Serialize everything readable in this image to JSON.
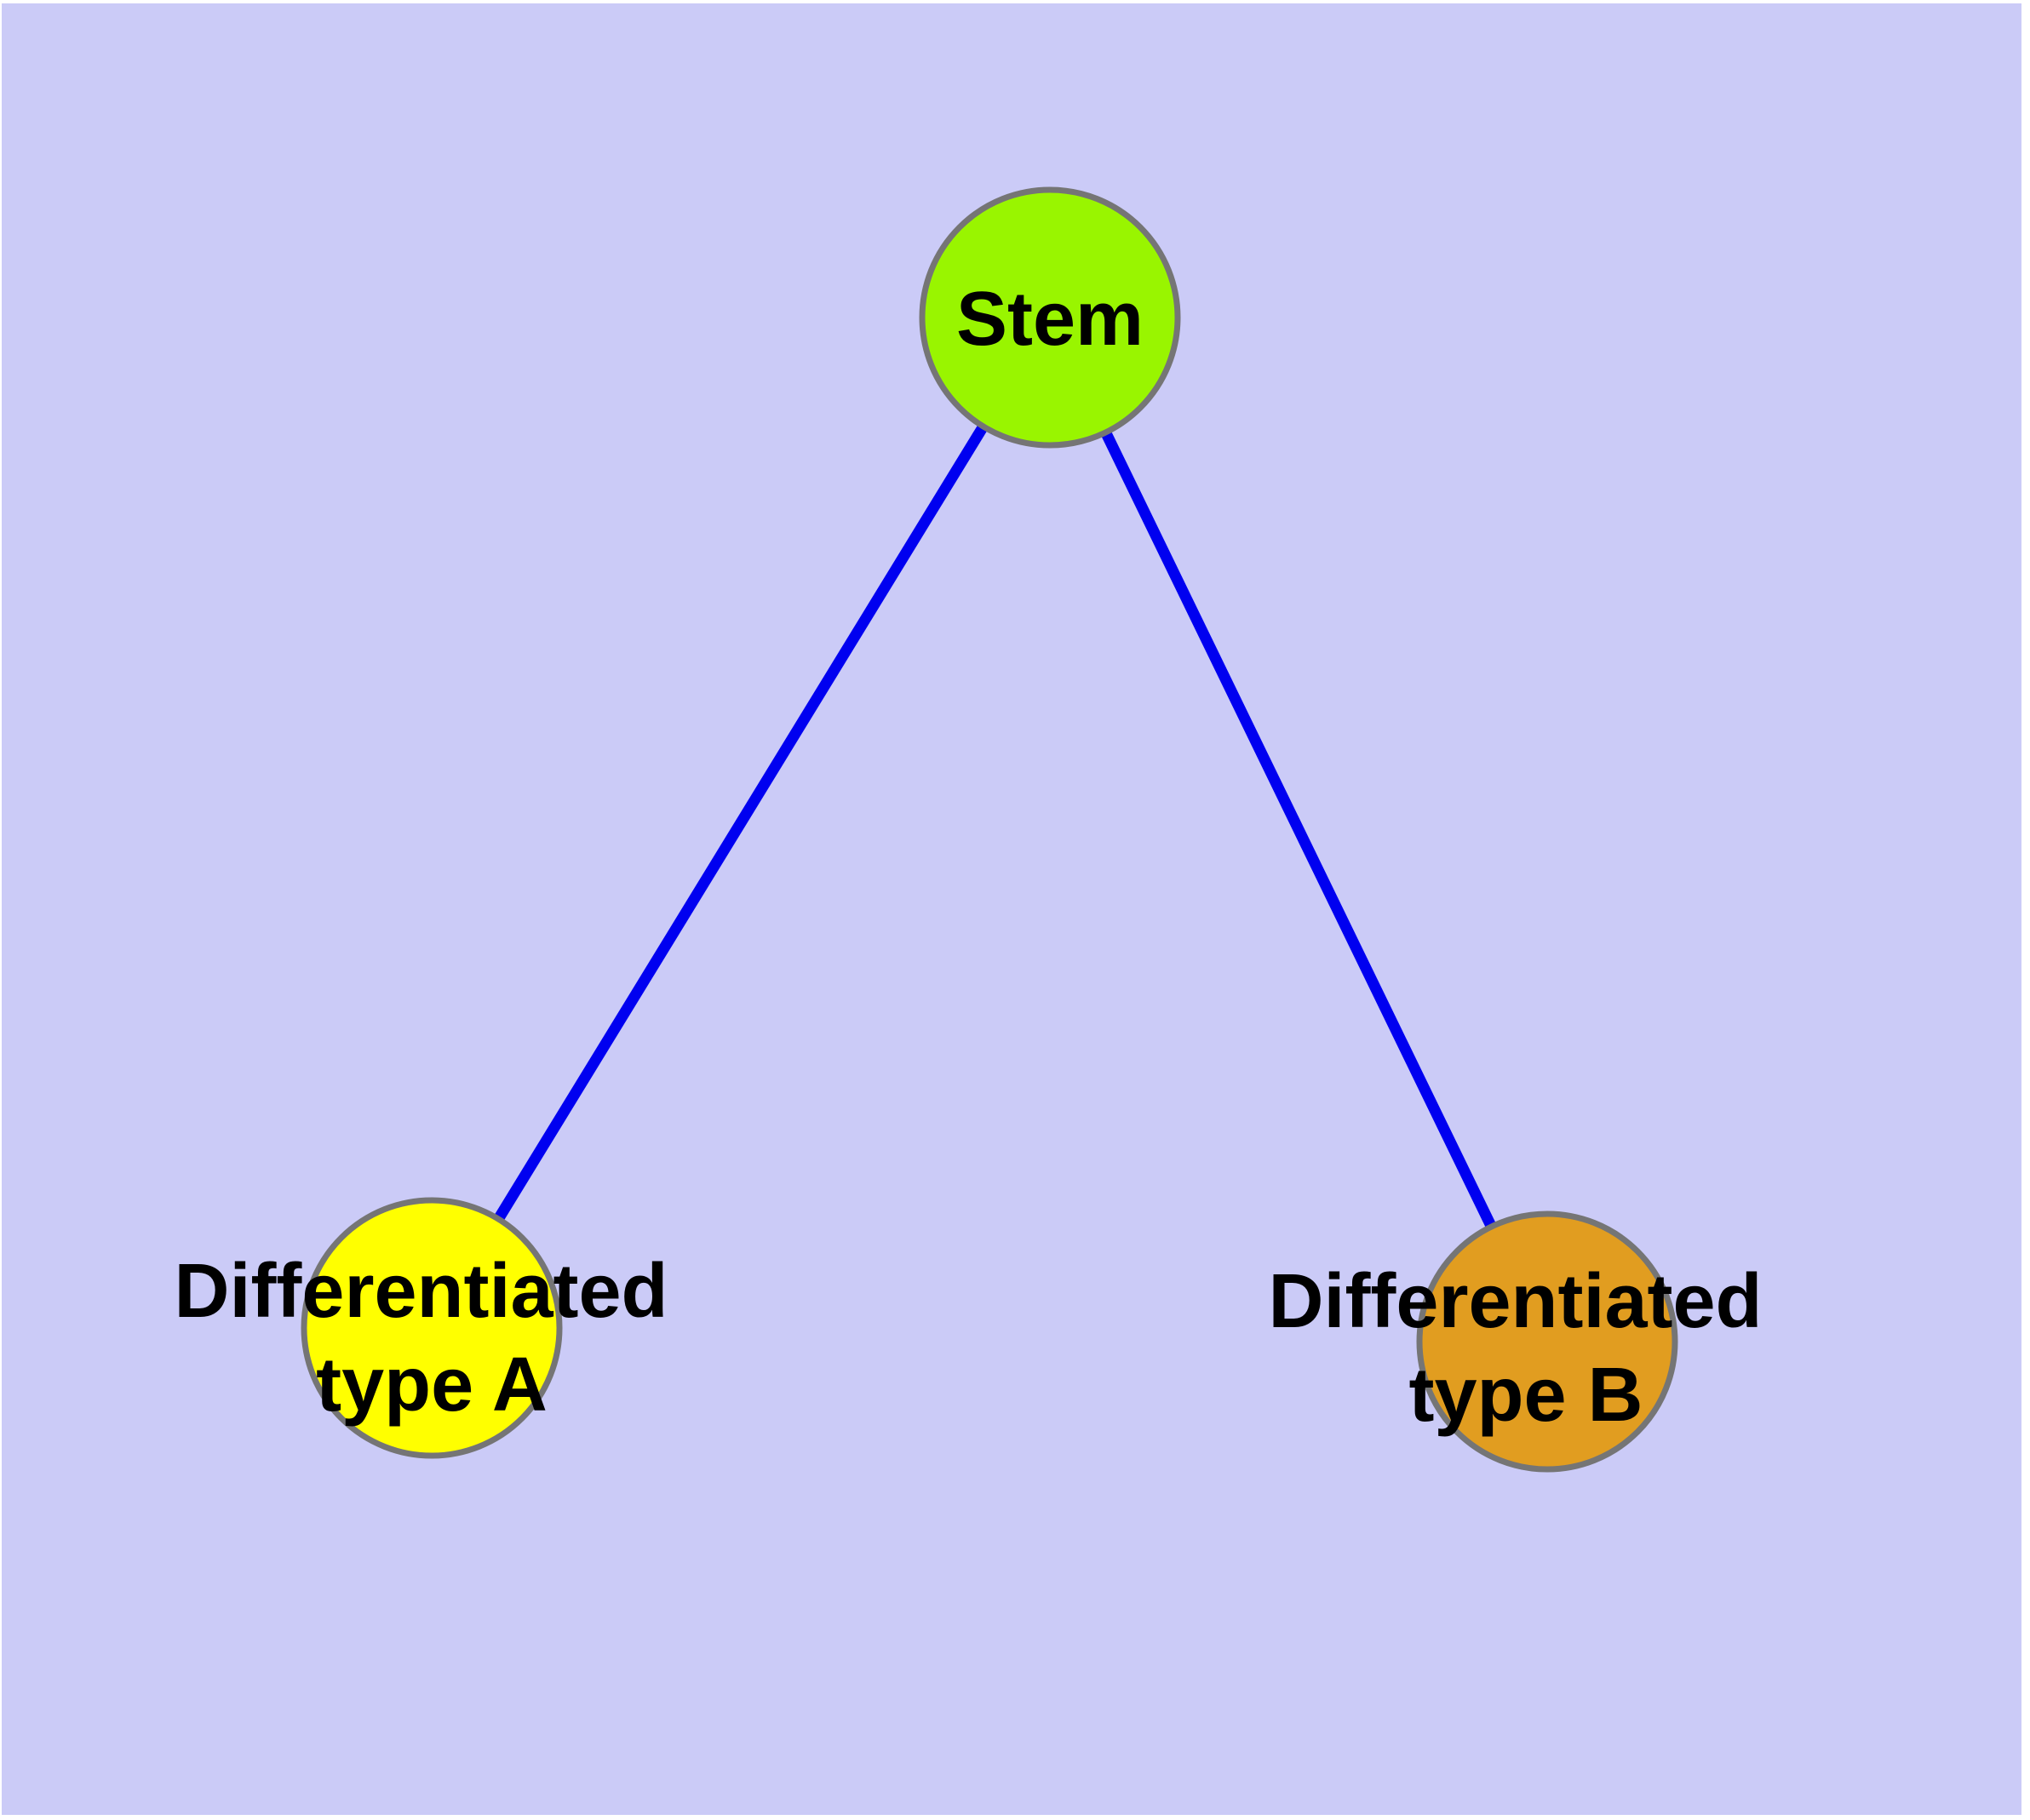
{
  "diagram": {
    "kind": "node-link graph",
    "description": "Stem cell differentiation tree: one stem node with two differentiated child nodes",
    "background_color": "#CBCBF7",
    "edge_color": "#0000F0",
    "node_border_color": "#757575",
    "text_color": "#000000",
    "nodes": {
      "stem": {
        "id": "stem",
        "label": "Stem",
        "label_line1": "Stem",
        "fill_color": "#99F500"
      },
      "type_a": {
        "id": "type_a",
        "label": "Differentiated type A",
        "label_line1": "Differentiated",
        "label_line2": "type A",
        "fill_color": "#FFFF00"
      },
      "type_b": {
        "id": "type_b",
        "label": "Differentiated type B",
        "label_line1": "Differentiated",
        "label_line2": "type B",
        "fill_color": "#E19D20"
      }
    },
    "edges": [
      {
        "from": "stem",
        "to": "type_a"
      },
      {
        "from": "stem",
        "to": "type_b"
      }
    ]
  }
}
